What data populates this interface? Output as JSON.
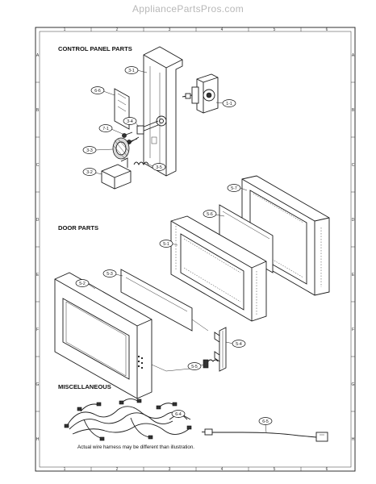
{
  "watermark": "AppliancePartsPros.com",
  "sections": {
    "control_panel": "CONTROL PANEL PARTS",
    "door": "DOOR PARTS",
    "misc": "MISCELLANEOUS"
  },
  "note": "Actual wire harness may be different than illustration.",
  "grid_columns": [
    "1",
    "2",
    "3",
    "4",
    "5",
    "6"
  ],
  "grid_rows": [
    "A",
    "B",
    "C",
    "D",
    "E",
    "F",
    "G",
    "H"
  ],
  "callouts": {
    "c31": "3-1",
    "c11": "1-1",
    "c66": "6-6",
    "c71": "7-1",
    "c34": "3-4",
    "c33": "3-3",
    "c32": "3-2",
    "c35": "3-5",
    "c57": "5-7",
    "c56": "5-6",
    "c51": "5-1",
    "c53": "5-3",
    "c52": "5-2",
    "c54": "5-4",
    "c55": "5-5",
    "c64": "6-4",
    "c65": "6-5"
  }
}
